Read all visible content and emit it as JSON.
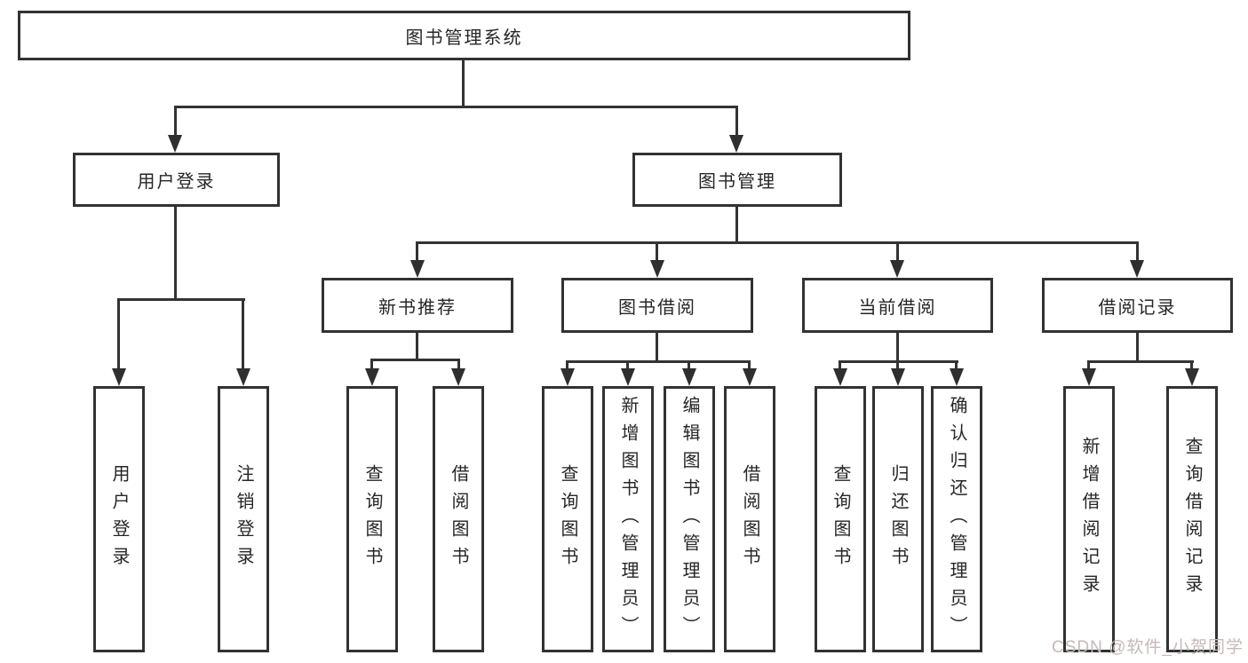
{
  "diagram": {
    "type": "tree",
    "root": {
      "label": "图书管理系统",
      "children": [
        {
          "label": "用户登录",
          "children": [
            {
              "label": "用户登录"
            },
            {
              "label": "注销登录"
            }
          ]
        },
        {
          "label": "图书管理",
          "children": [
            {
              "label": "新书推荐",
              "children": [
                {
                  "label": "查询图书"
                },
                {
                  "label": "借阅图书"
                }
              ]
            },
            {
              "label": "图书借阅",
              "children": [
                {
                  "label": "查询图书"
                },
                {
                  "label": "新增图书（管理员）"
                },
                {
                  "label": "编辑图书（管理员）"
                },
                {
                  "label": "借阅图书"
                }
              ]
            },
            {
              "label": "当前借阅",
              "children": [
                {
                  "label": "查询图书"
                },
                {
                  "label": "归还图书"
                },
                {
                  "label": "确认归还（管理员）"
                }
              ]
            },
            {
              "label": "借阅记录",
              "children": [
                {
                  "label": "新增借阅记录"
                },
                {
                  "label": "查询借阅记录"
                }
              ]
            }
          ]
        }
      ]
    }
  },
  "watermark": {
    "text": "CSDN @软件_小贺同学",
    "color": "#c6b8b8"
  },
  "colors": {
    "line": "#333333",
    "box_border": "#323232",
    "text": "#262626",
    "background": "#ffffff"
  }
}
